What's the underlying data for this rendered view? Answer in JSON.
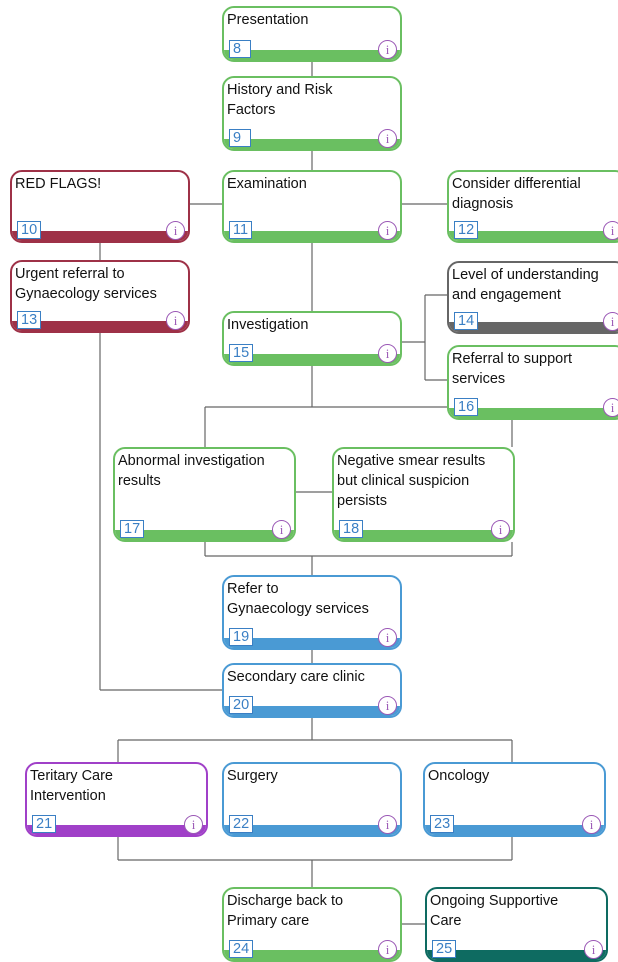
{
  "colors": {
    "green": "#6abf61",
    "red": "#9e3147",
    "gray": "#666666",
    "blue": "#4a9ad4",
    "purple": "#a040c8",
    "teal": "#0e6b61",
    "connector": "#666666",
    "number_text": "#3a7fc4",
    "info_text": "#9b59b6"
  },
  "nodes": [
    {
      "id": "presentation",
      "number": "8",
      "title": "Presentation",
      "color": "green"
    },
    {
      "id": "history",
      "number": "9",
      "title": "History and Risk\nFactors",
      "color": "green"
    },
    {
      "id": "red-flags",
      "number": "10",
      "title": "RED FLAGS!",
      "color": "red"
    },
    {
      "id": "examination",
      "number": "11",
      "title": "Examination",
      "color": "green"
    },
    {
      "id": "differential",
      "number": "12",
      "title": "Consider differential\ndiagnosis",
      "color": "green"
    },
    {
      "id": "urgent-referral",
      "number": "13",
      "title": "Urgent referral to\nGynaecology services",
      "color": "red"
    },
    {
      "id": "understanding",
      "number": "14",
      "title": "Level of understanding\nand engagement",
      "color": "gray"
    },
    {
      "id": "investigation",
      "number": "15",
      "title": "Investigation",
      "color": "green"
    },
    {
      "id": "support-referral",
      "number": "16",
      "title": "Referral to support\nservices",
      "color": "green"
    },
    {
      "id": "abnormal-results",
      "number": "17",
      "title": "Abnormal investigation\nresults",
      "color": "green"
    },
    {
      "id": "negative-smear",
      "number": "18",
      "title": "Negative smear results\nbut clinical suspicion\npersists",
      "color": "green"
    },
    {
      "id": "refer-gynae",
      "number": "19",
      "title": "Refer to\nGynaecology services",
      "color": "blue"
    },
    {
      "id": "secondary-clinic",
      "number": "20",
      "title": "Secondary care clinic",
      "color": "blue"
    },
    {
      "id": "tertiary-care",
      "number": "21",
      "title": "Teritary Care\nIntervention",
      "color": "purple"
    },
    {
      "id": "surgery",
      "number": "22",
      "title": "Surgery",
      "color": "blue"
    },
    {
      "id": "oncology",
      "number": "23",
      "title": "Oncology",
      "color": "blue"
    },
    {
      "id": "discharge",
      "number": "24",
      "title": "Discharge back to\nPrimary care",
      "color": "green"
    },
    {
      "id": "ongoing-support",
      "number": "25",
      "title": "Ongoing Supportive\nCare",
      "color": "teal"
    }
  ],
  "info_glyph": "i"
}
